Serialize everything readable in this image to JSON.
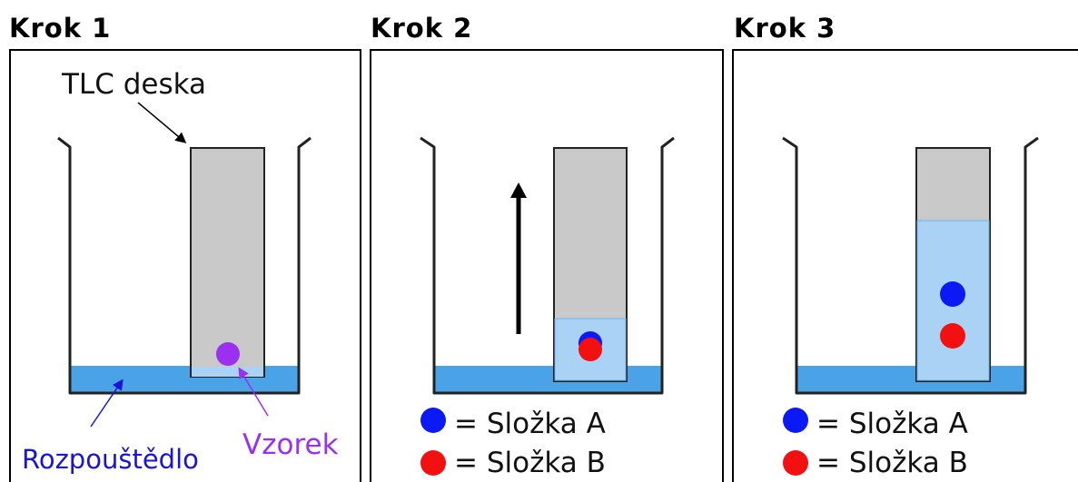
{
  "steps": [
    {
      "title": "Krok 1"
    },
    {
      "title": "Krok 2"
    },
    {
      "title": "Krok 3"
    }
  ],
  "labels": {
    "plate": "TLC deska",
    "solvent": "Rozpouštědlo",
    "sample": "Vzorek"
  },
  "legend": {
    "component_a": "= Složka A",
    "component_b": "= Složka B"
  },
  "colors": {
    "solvent": "#4aa3e6",
    "wet_plate": "#a9d2f5",
    "plate": "#c9c9c9",
    "sample": "#9b30f0",
    "component_a": "#0b19f5",
    "component_b": "#f21010",
    "solvent_label": "#1a14d6",
    "sample_label": "#9b30f0"
  },
  "icons": {
    "arrow": "up-arrow-icon"
  }
}
